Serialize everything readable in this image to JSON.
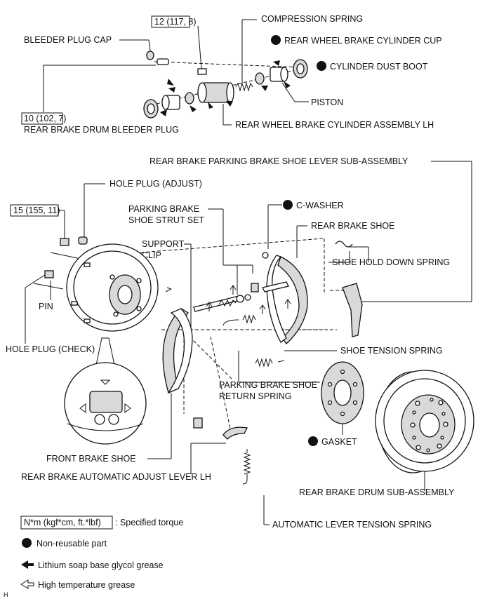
{
  "callouts": {
    "torque_12": "12 (117, 8)",
    "compression_spring": "COMPRESSION SPRING",
    "bleeder_plug_cap": "BLEEDER PLUG CAP",
    "cylinder_cup": "REAR WHEEL BRAKE CYLINDER CUP",
    "cylinder_dust_boot": "CYLINDER DUST BOOT",
    "piston": "PISTON",
    "torque_10": "10 (102, 7)",
    "bleeder_plug": "REAR BRAKE DRUM BLEEDER PLUG",
    "cylinder_assembly": "REAR WHEEL BRAKE CYLINDER ASSEMBLY LH",
    "parking_lever": "REAR BRAKE PARKING BRAKE SHOE LEVER SUB-ASSEMBLY",
    "hole_plug_adjust": "HOLE PLUG (ADJUST)",
    "torque_15": "15 (155, 11)",
    "c_washer": "C-WASHER",
    "strut_set_1": "PARKING BRAKE",
    "strut_set_2": "SHOE STRUT SET",
    "rear_shoe": "REAR BRAKE SHOE",
    "support_1": "SUPPORT",
    "support_2": "CLIP",
    "hold_down_spring": "SHOE HOLD DOWN SPRING",
    "pin": "PIN",
    "hole_plug_check": "HOLE PLUG (CHECK)",
    "tension_spring": "SHOE TENSION SPRING",
    "return_spring_1": "PARKING BRAKE SHOE",
    "return_spring_2": "RETURN SPRING",
    "gasket": "GASKET",
    "front_shoe": "FRONT BRAKE SHOE",
    "adjust_lever": "REAR BRAKE AUTOMATIC ADJUST LEVER LH",
    "drum": "REAR BRAKE DRUM SUB-ASSEMBLY",
    "lever_spring": "AUTOMATIC LEVER TENSION SPRING"
  },
  "legend": {
    "torque_box": "N*m (kgf*cm, ft.*lbf)",
    "torque_text": ": Specified torque",
    "non_reusable": "Non-reusable part",
    "lithium": "Lithium soap base glycol grease",
    "high_temp": "High temperature grease"
  },
  "footer": {
    "code": "H"
  }
}
